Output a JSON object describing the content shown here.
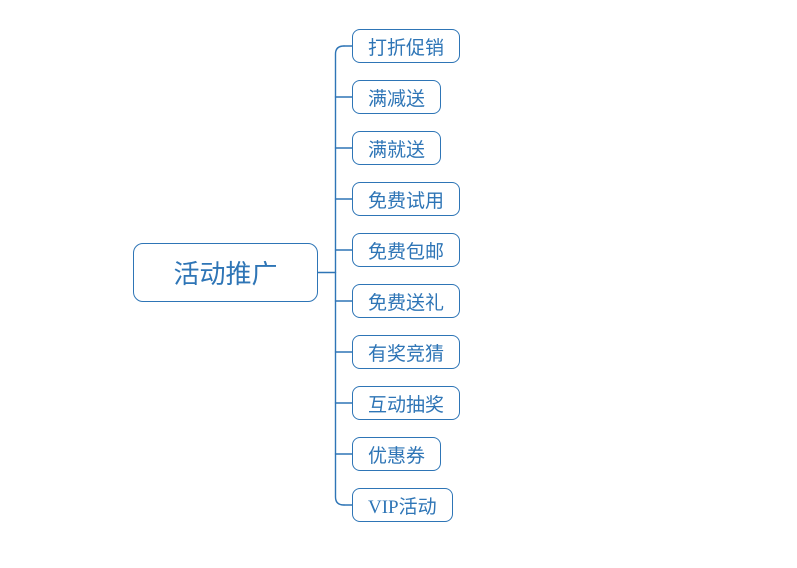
{
  "diagram": {
    "type": "mindmap",
    "root": {
      "label": "活动推广"
    },
    "children": [
      {
        "label": "打折促销"
      },
      {
        "label": "满减送"
      },
      {
        "label": "满就送"
      },
      {
        "label": "免费试用"
      },
      {
        "label": "免费包邮"
      },
      {
        "label": "免费送礼"
      },
      {
        "label": "有奖竞猜"
      },
      {
        "label": "互动抽奖"
      },
      {
        "label": "优惠券"
      },
      {
        "label": "VIP活动"
      }
    ],
    "colors": {
      "line": "#2E75B6",
      "border": "#2E75B6",
      "text": "#2E75B6",
      "background": "#FFFFFF"
    }
  }
}
